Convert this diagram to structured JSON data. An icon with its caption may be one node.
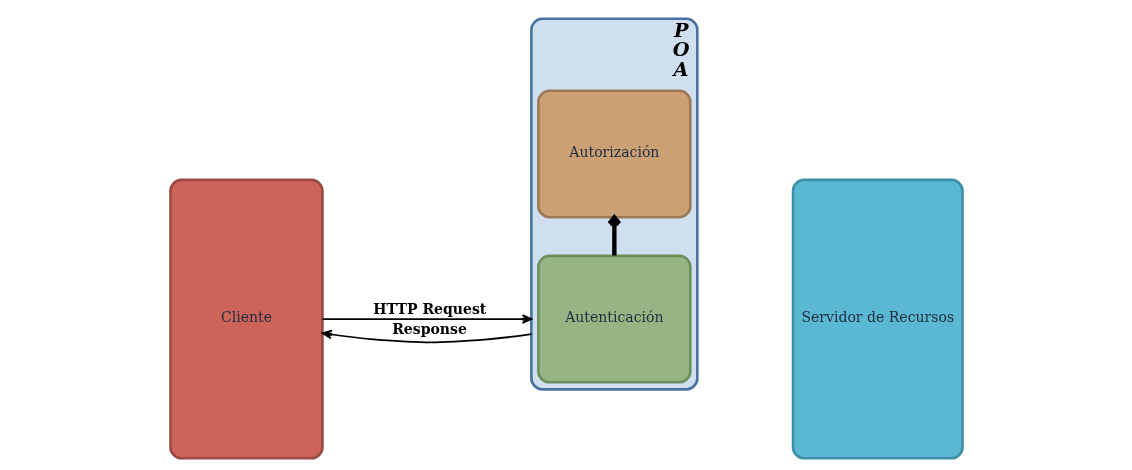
{
  "diagram": {
    "nodes": [
      {
        "text": [
          "Cliente"
        ]
      },
      {
        "text": [
          "P",
          "O",
          "A"
        ]
      },
      {
        "text": [
          "Autenticación"
        ],
        "in": 1
      },
      {
        "text": [
          "Autorización"
        ],
        "in": 1
      },
      {
        "text": [
          "Servidor de Recursos"
        ]
      }
    ],
    "edges": [
      {
        "from": 0,
        "to": 1,
        "arrow": "to",
        "label": "HTTP Request"
      },
      {
        "from": 1,
        "to": 0,
        "arrow": "to",
        "label": "Response"
      },
      {
        "from": 2,
        "to": 3,
        "arrow": "to",
        "style": "thick"
      }
    ]
  }
}
